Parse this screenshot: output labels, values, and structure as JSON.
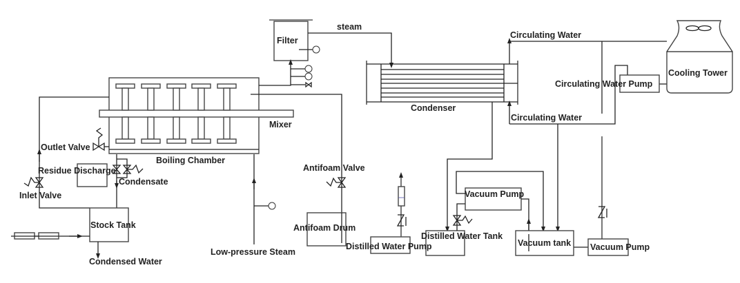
{
  "labels": {
    "filter": "Filter",
    "steam": "steam",
    "circulating_water_out": "Circulating Water",
    "cooling_tower": "Cooling Tower",
    "circulating_water_pump": "Circulating Water Pump",
    "condenser": "Condenser",
    "circulating_water_in": "Circulating Water",
    "mixer": "Mixer",
    "outlet_valve": "Outlet Valve",
    "boiling_chamber": "Boiling Chamber",
    "residue_discharge": "Residue Discharge",
    "condensate": "Condensate",
    "inlet_valve": "Inlet Valve",
    "stock_tank": "Stock Tank",
    "condensed_water": "Condensed Water",
    "low_pressure_steam": "Low-pressure Steam",
    "antifoam_valve": "Antifoam Valve",
    "antifoam_drum": "Antifoam Drum",
    "distilled_water_pump": "Distilled Water Pump",
    "distilled_water_tank": "Distilled Water Tank",
    "vacuum_pump_1": "Vacuum Pump",
    "vacuum_tank": "Vacuum tank",
    "vacuum_pump_2": "Vacuum Pump"
  },
  "colors": {
    "line": "#222222",
    "background": "#ffffff"
  }
}
